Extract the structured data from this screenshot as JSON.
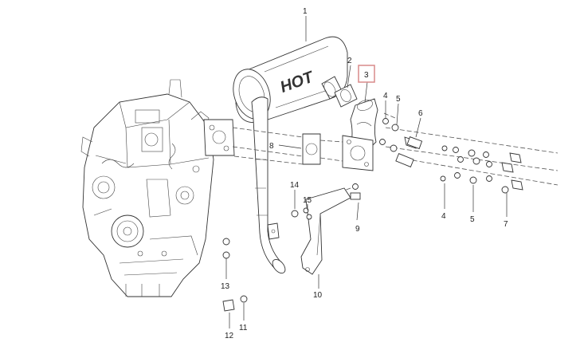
{
  "muffler_label": "HOT",
  "callouts": {
    "c1": "1",
    "c2": "2",
    "c3": "3",
    "c4a": "4",
    "c4b": "4",
    "c5a": "5",
    "c5b": "5",
    "c6": "6",
    "c7": "7",
    "c8": "8",
    "c9": "9",
    "c10": "10",
    "c11": "11",
    "c12": "12",
    "c13": "13",
    "c14": "14",
    "c15": "15"
  },
  "highlight_color": "#d98a8a"
}
